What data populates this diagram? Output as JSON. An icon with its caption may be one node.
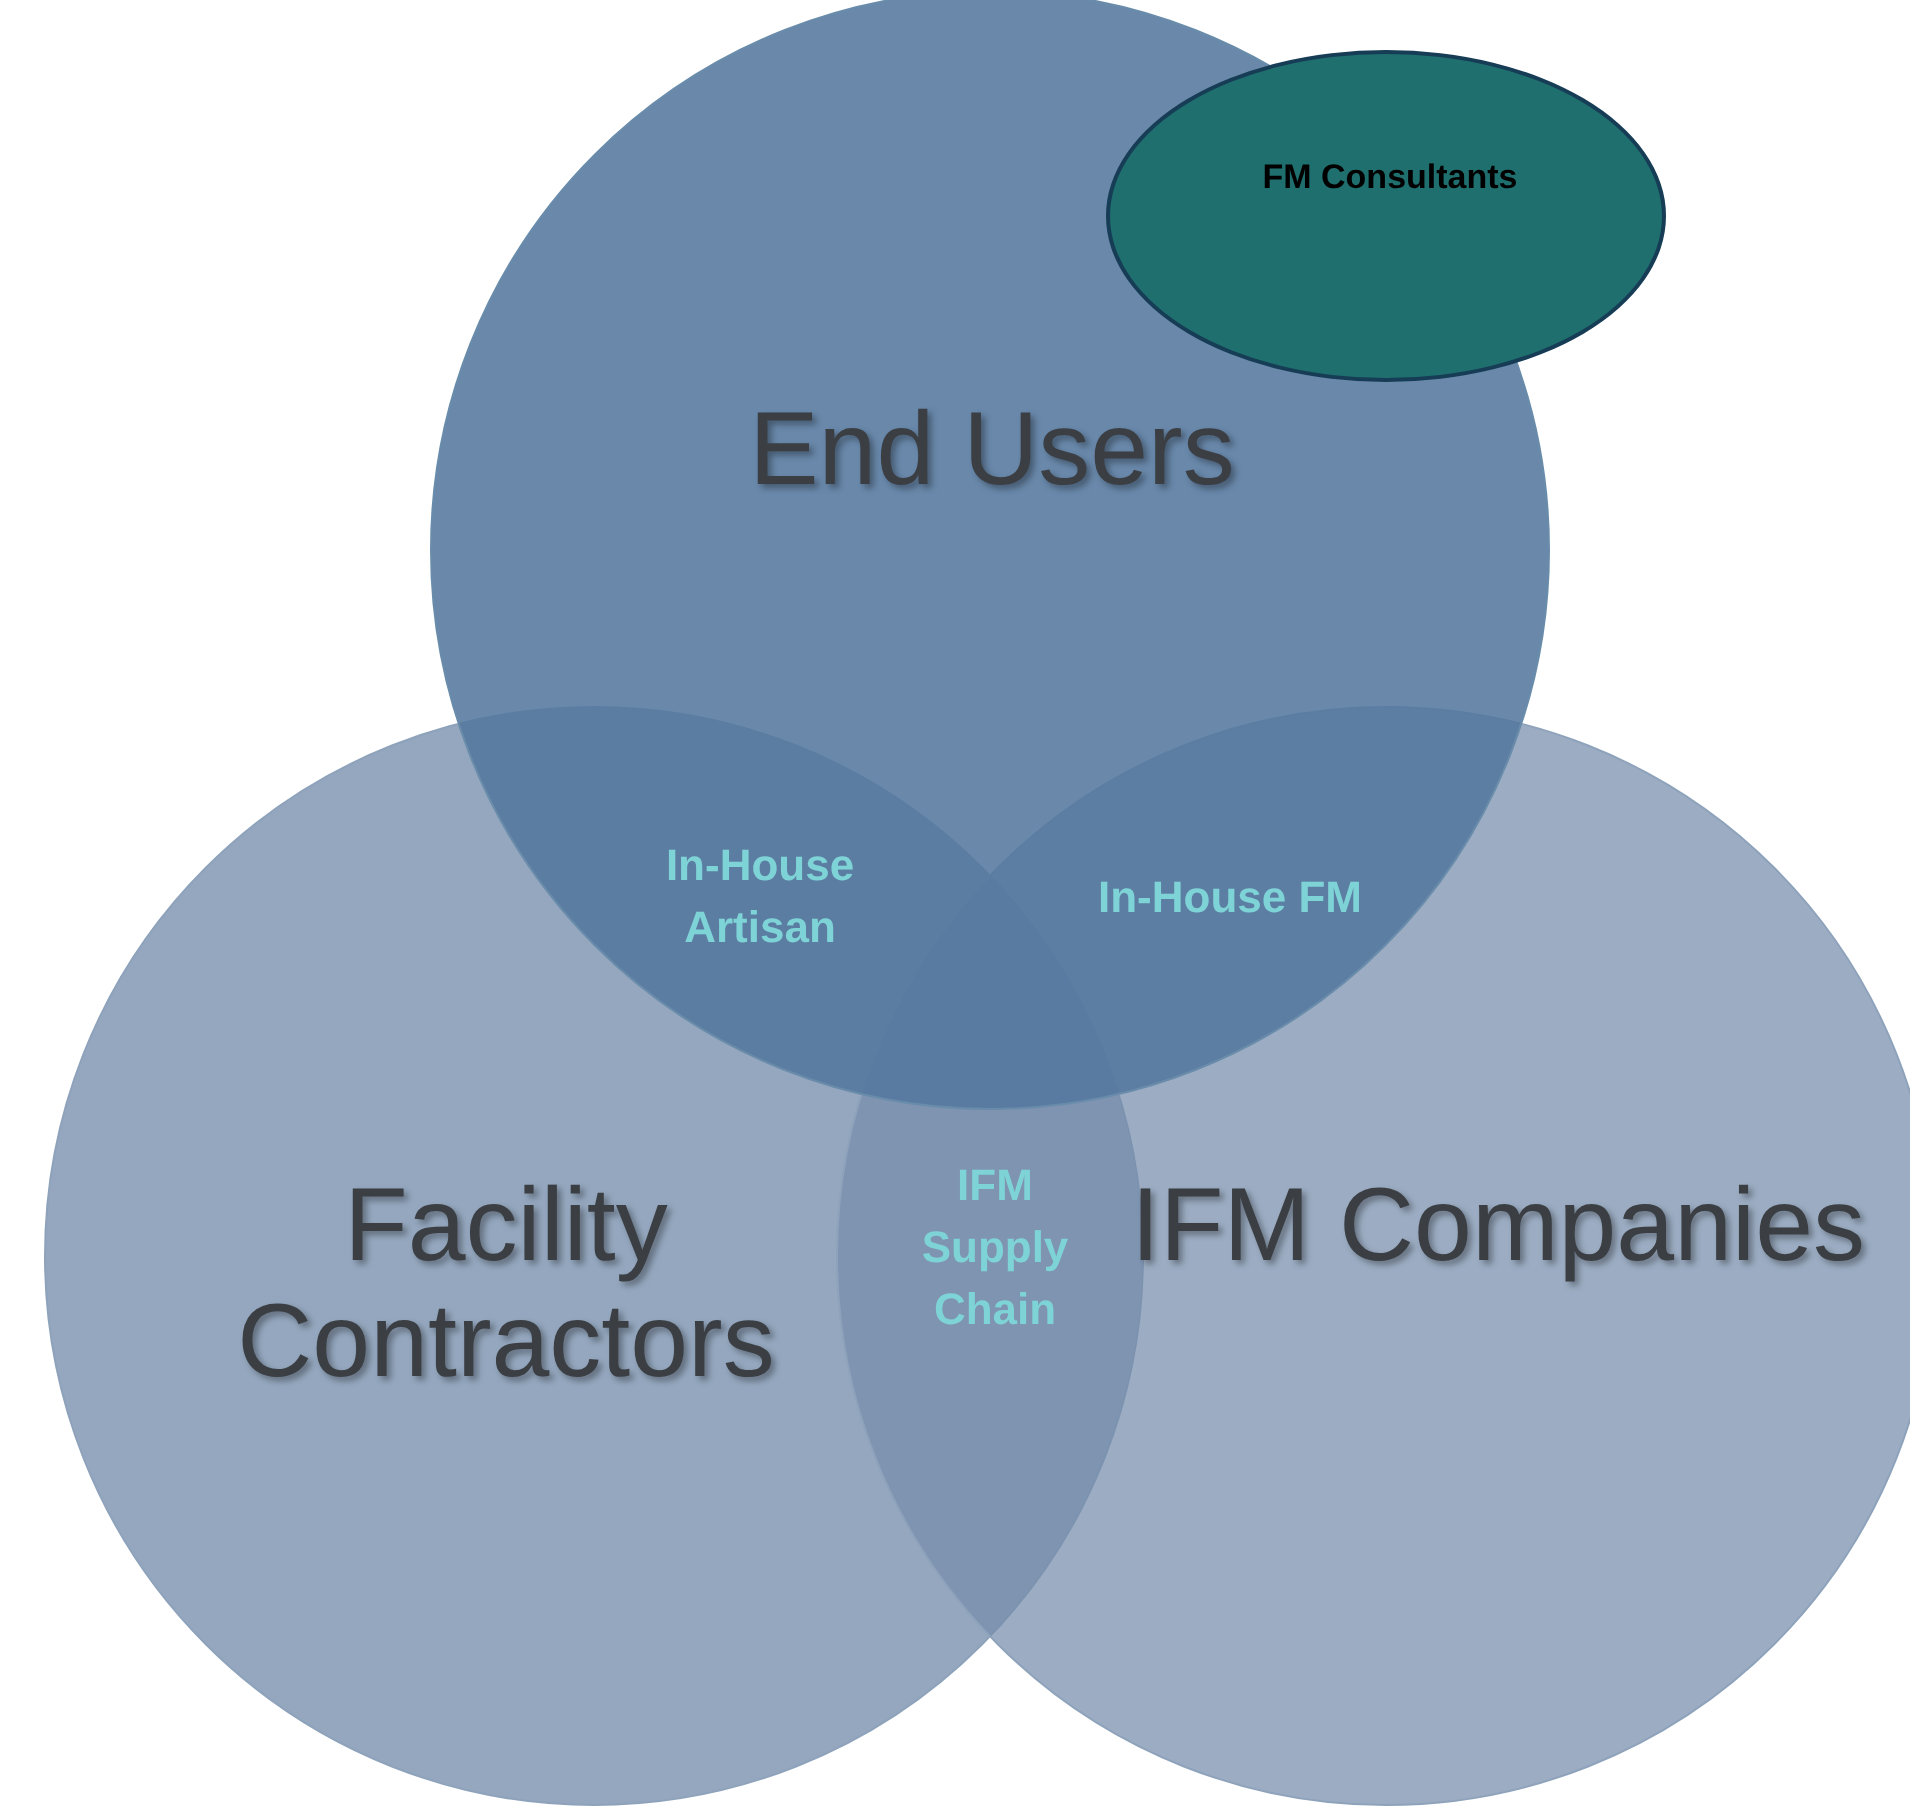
{
  "diagram": {
    "nodes": [
      {
        "text": [
          "End Users"
        ]
      },
      {
        "text": [
          "FM Consultants"
        ]
      },
      {
        "text": [
          "Facility Contractors"
        ]
      },
      {
        "text": [
          "IFM Companies"
        ]
      }
    ],
    "labels": [
      "In-House Artisan",
      "In-House FM",
      "IFM Supply Chain"
    ]
  }
}
